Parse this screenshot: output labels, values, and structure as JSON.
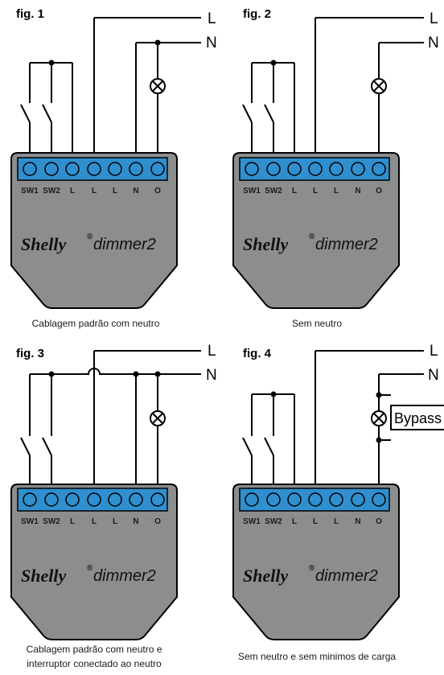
{
  "figures": [
    {
      "label": "fig. 1",
      "caption": [
        "Cablagem padrão com neutro"
      ]
    },
    {
      "label": "fig. 2",
      "caption": [
        "Sem neutro"
      ]
    },
    {
      "label": "fig. 3",
      "caption": [
        "Cablagem padrão com neutro e",
        "interruptor conectado ao neutro"
      ]
    },
    {
      "label": "fig. 4",
      "caption": [
        "Sem neutro e sem minimos de carga"
      ]
    }
  ],
  "line_labels": {
    "live": "L",
    "neutral": "N"
  },
  "terminals": [
    "SW1",
    "SW2",
    "L",
    "L",
    "L",
    "N",
    "O"
  ],
  "device": {
    "brand": "Shelly",
    "model": "dimmer2",
    "registered": "®"
  },
  "bypass_label": "Bypass",
  "colors": {
    "body": "#8c8d8f",
    "terminal_block": "#2f8fcf",
    "terminal_hole": "#2f8fcf"
  }
}
